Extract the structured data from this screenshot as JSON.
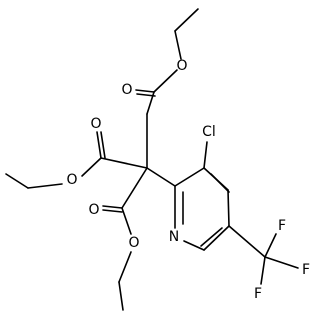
{
  "molecule": {
    "atom_labels": {
      "o1": "O",
      "o2": "O",
      "o3": "O",
      "o4": "O",
      "o5": "O",
      "o6": "O",
      "cl": "Cl",
      "n": "N",
      "f1": "F",
      "f2": "F",
      "f3": "F"
    }
  }
}
